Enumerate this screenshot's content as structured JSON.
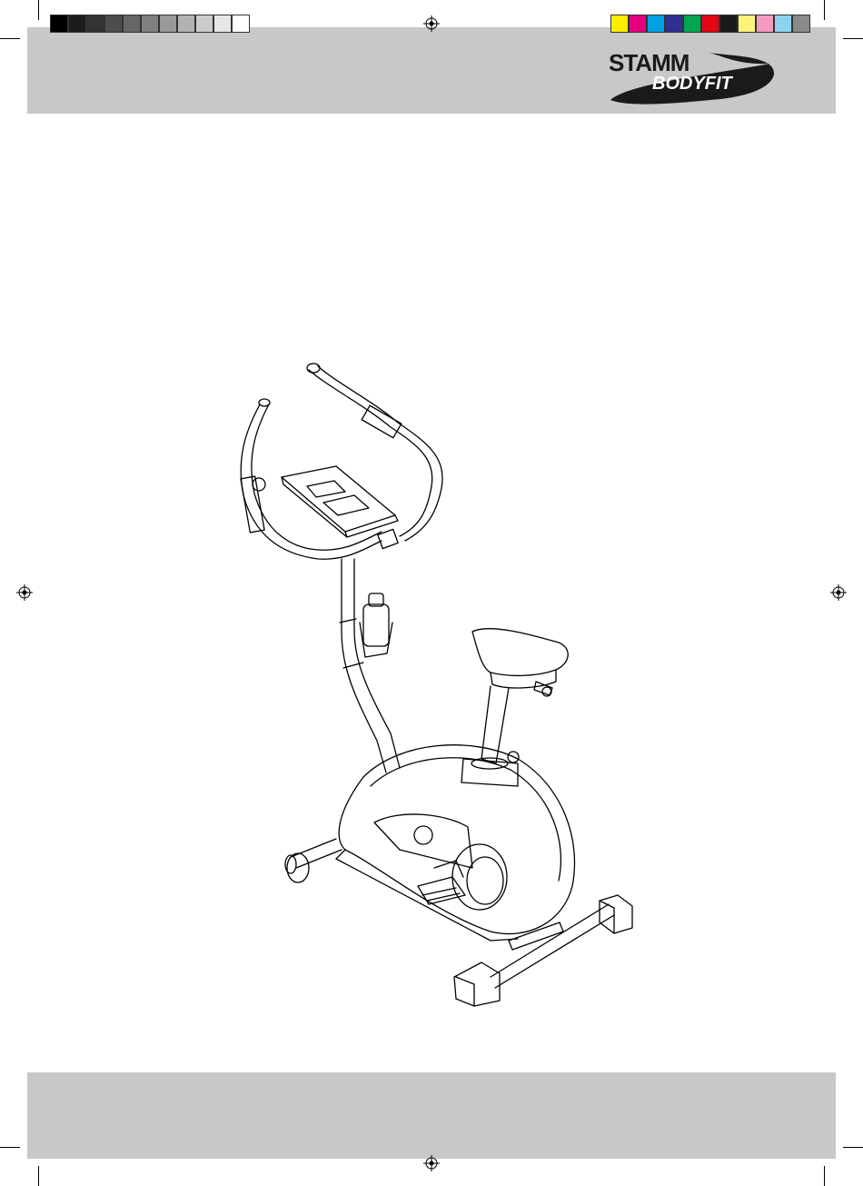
{
  "logo": {
    "brand_top": "STAMM",
    "brand_bottom": "BODYFIT"
  },
  "print_marks": {
    "gray_swatches": [
      "#000000",
      "#1c1c1c",
      "#333333",
      "#4d4d4d",
      "#666666",
      "#808080",
      "#999999",
      "#b3b3b3",
      "#cccccc",
      "#e6e6e6",
      "#ffffff"
    ],
    "color_swatches": [
      "#ffed00",
      "#e5007e",
      "#00a0e3",
      "#2e3192",
      "#00a651",
      "#e30613",
      "#1a1a1a",
      "#fff27a",
      "#f49ac1",
      "#8dd3f0",
      "#8a8a8a"
    ]
  },
  "colors": {
    "band": "#c8c8c8",
    "line_art": "#000000"
  },
  "illustration": {
    "subject": "exercise-bike-line-art"
  }
}
